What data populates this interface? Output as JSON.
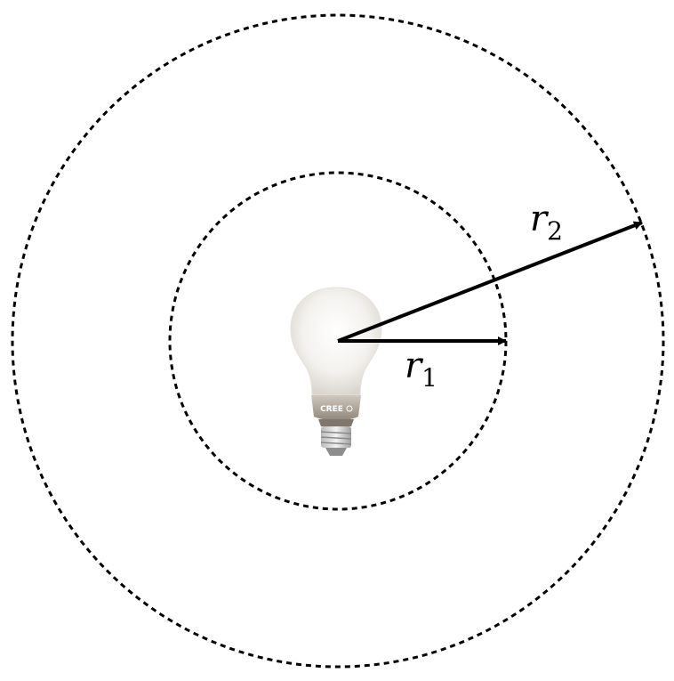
{
  "labels": {
    "r1": {
      "symbol": "r",
      "subscript": "1"
    },
    "r2": {
      "symbol": "r",
      "subscript": "2"
    }
  },
  "bulb": {
    "brand": "CREE"
  },
  "colors": {
    "line": "#000000",
    "background": "#ffffff",
    "bulb_glass": "#f3f1ee",
    "bulb_base": "#a59c92"
  }
}
